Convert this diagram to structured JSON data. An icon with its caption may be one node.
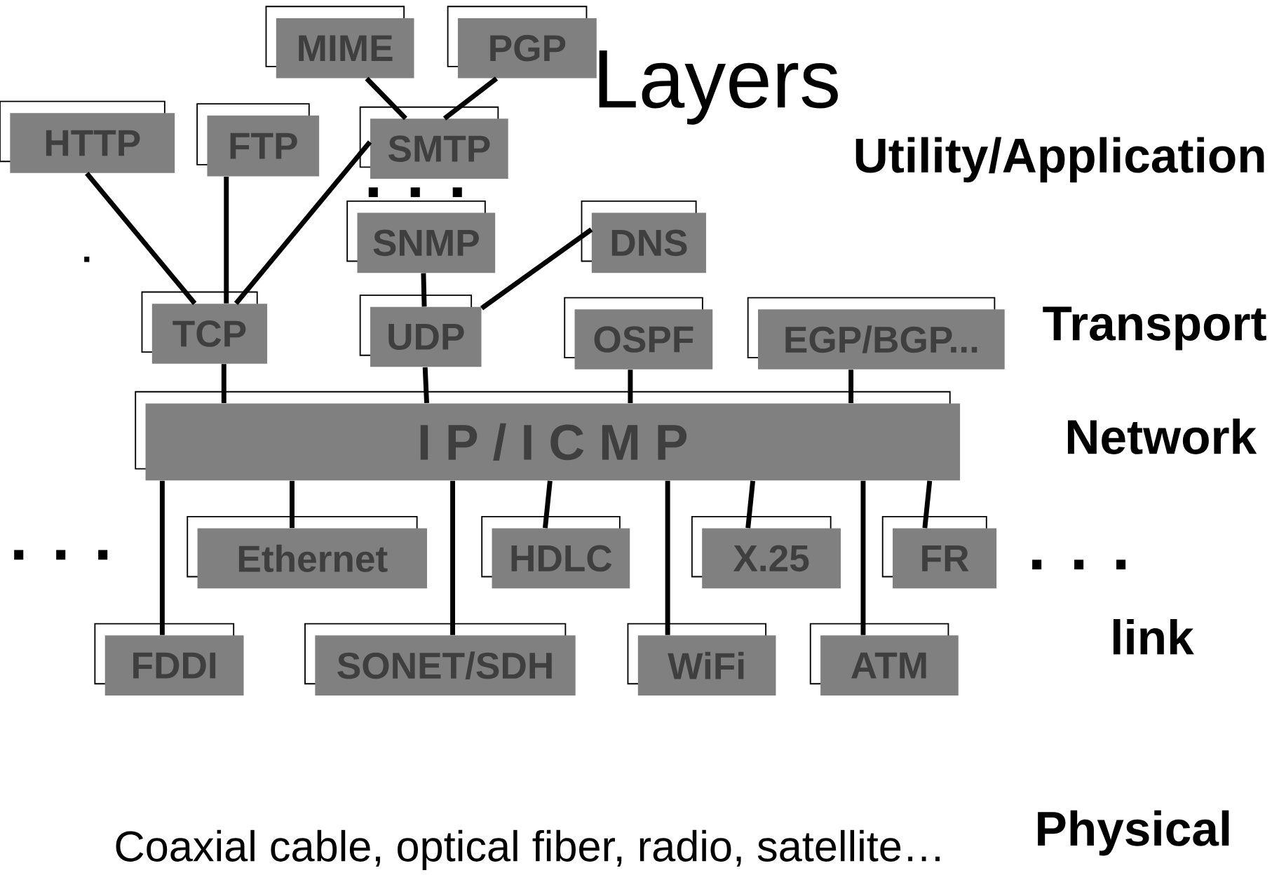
{
  "diagram": {
    "title": "Layers",
    "nodes": [
      {
        "text": [
          "MIME"
        ]
      },
      {
        "text": [
          "PGP"
        ]
      },
      {
        "text": [
          "HTTP"
        ]
      },
      {
        "text": [
          "FTP"
        ]
      },
      {
        "text": [
          "SMTP"
        ]
      },
      {
        "text": [
          "SNMP"
        ]
      },
      {
        "text": [
          "DNS"
        ]
      },
      {
        "text": [
          "TCP"
        ]
      },
      {
        "text": [
          "UDP"
        ]
      },
      {
        "text": [
          "OSPF"
        ]
      },
      {
        "text": [
          "EGP/BGP..."
        ]
      },
      {
        "text": [
          "I P / I C M P"
        ]
      },
      {
        "text": [
          "Ethernet"
        ]
      },
      {
        "text": [
          "HDLC"
        ]
      },
      {
        "text": [
          "X.25"
        ]
      },
      {
        "text": [
          "FR"
        ]
      },
      {
        "text": [
          "FDDI"
        ]
      },
      {
        "text": [
          "SONET/SDH"
        ]
      },
      {
        "text": [
          "WiFi"
        ]
      },
      {
        "text": [
          "ATM"
        ]
      }
    ],
    "edges": [
      {
        "from": 0,
        "to": 4,
        "arrow": "none"
      },
      {
        "from": 1,
        "to": 4,
        "arrow": "none"
      },
      {
        "from": 2,
        "to": 7,
        "arrow": "none"
      },
      {
        "from": 3,
        "to": 7,
        "arrow": "none"
      },
      {
        "from": 4,
        "to": 7,
        "arrow": "none"
      },
      {
        "from": 5,
        "to": 8,
        "arrow": "none"
      },
      {
        "from": 6,
        "to": 8,
        "arrow": "none"
      },
      {
        "from": 7,
        "to": 11,
        "arrow": "none"
      },
      {
        "from": 8,
        "to": 11,
        "arrow": "none"
      },
      {
        "from": 9,
        "to": 11,
        "arrow": "none"
      },
      {
        "from": 10,
        "to": 11,
        "arrow": "none"
      },
      {
        "from": 11,
        "to": 12,
        "arrow": "none"
      },
      {
        "from": 11,
        "to": 13,
        "arrow": "none"
      },
      {
        "from": 11,
        "to": 14,
        "arrow": "none"
      },
      {
        "from": 11,
        "to": 15,
        "arrow": "none"
      },
      {
        "from": 11,
        "to": 16,
        "arrow": "none"
      },
      {
        "from": 11,
        "to": 17,
        "arrow": "none"
      },
      {
        "from": 11,
        "to": 18,
        "arrow": "none"
      },
      {
        "from": 11,
        "to": 19,
        "arrow": "none"
      }
    ],
    "labels": [
      "Utility/Application",
      ". . .",
      ".",
      "Transport",
      "Network",
      ". . .",
      ". . .",
      "link",
      "Physical",
      "Coaxial cable, optical fiber, radio, satellite…"
    ]
  }
}
